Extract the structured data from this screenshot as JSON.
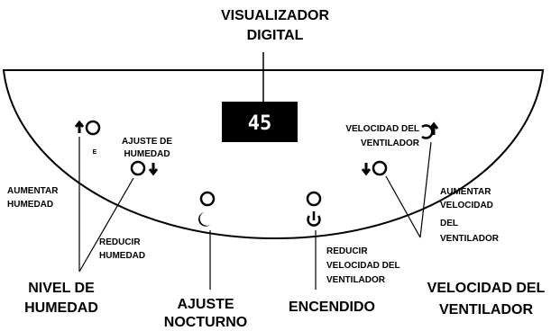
{
  "labels": {
    "display_title_1": "VISUALIZADOR",
    "display_title_2": "DIGITAL",
    "display_value": "45",
    "humidity_adjust_1": "AJUSTE DE",
    "humidity_adjust_2": "HUMEDAD",
    "increase_humidity_1": "AUMENTAR",
    "increase_humidity_2": "HUMEDAD",
    "reduce_humidity_1": "REDUCIR",
    "reduce_humidity_2": "HUMEDAD",
    "humidity_level_1": "NIVEL DE",
    "humidity_level_2": "HUMEDAD",
    "night_mode_1": "AJUSTE",
    "night_mode_2": "NOCTURNO",
    "power": "ENCENDIDO",
    "reduce_fan_1": "REDUCIR",
    "reduce_fan_2": "VELOCIDAD DEL",
    "reduce_fan_3": "VENTILADOR",
    "fan_speed_top_1": "VELOCIDAD DEL",
    "fan_speed_top_2": "VENTILADOR",
    "increase_fan_1": "AUMENTAR",
    "increase_fan_2": "VELOCIDAD",
    "increase_fan_3": "DEL",
    "increase_fan_4": "VENTILADOR",
    "fan_speed_1": "VELOCIDAD DEL",
    "fan_speed_2": "VENTILADOR",
    "small_mark": "E"
  },
  "icons": [
    "arrow-up-icon",
    "arrow-down-icon",
    "moon-icon",
    "power-icon"
  ]
}
